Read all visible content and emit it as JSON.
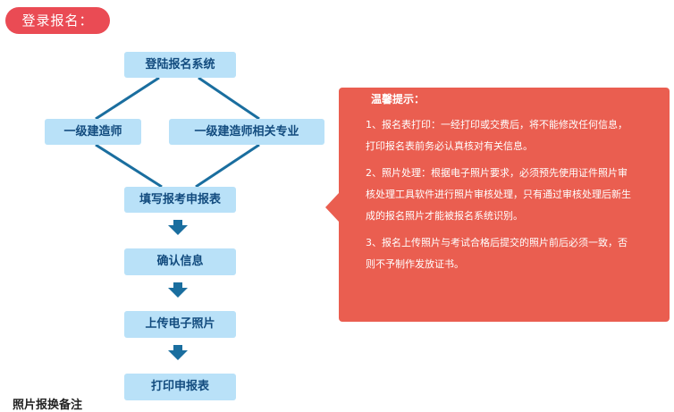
{
  "header": {
    "label": "登录报名："
  },
  "flow": {
    "nodes": {
      "login_system": "登陆报名系统",
      "level1_engineer": "一级建造师",
      "level1_engineer_related": "一级建造师相关专业",
      "fill_form": "填写报考申报表",
      "confirm_info": "确认信息",
      "upload_photo": "上传电子照片",
      "print_form": "打印申报表"
    },
    "colors": {
      "node_fill": "#b9e1f8",
      "node_text": "#124b7e",
      "connector": "#1a6e9f",
      "arrow": "#1a6e9f"
    }
  },
  "tip": {
    "title": "温馨提示：",
    "items": [
      "1、报名表打印：一经打印或交费后，将不能修改任何信息，打印报名表前务必认真核对有关信息。",
      "2、照片处理：根据电子照片要求，必须预先使用证件照片审核处理工具软件进行照片审核处理，只有通过审核处理后新生成的报名照片才能被报名系统识别。",
      "3、报名上传照片与考试合格后提交的照片前后必须一致，否则不予制作发放证书。"
    ],
    "color": "#ea5e50"
  },
  "header_color": "#ea4b54",
  "footer": {
    "text": "照片报换备注"
  }
}
